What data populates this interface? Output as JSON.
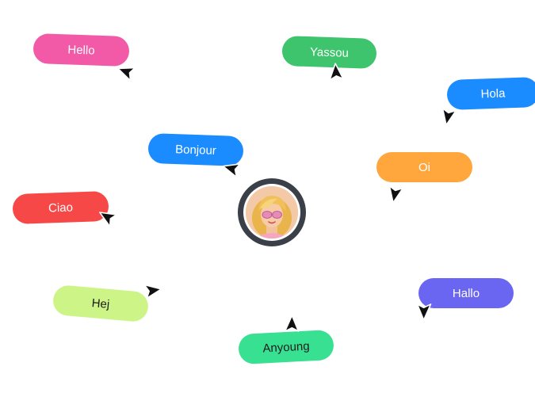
{
  "greetings": {
    "hello": {
      "label": "Hello",
      "color": "#f25aa8"
    },
    "yassou": {
      "label": "Yassou",
      "color": "#3ec46d"
    },
    "hola": {
      "label": "Hola",
      "color": "#1a8cff"
    },
    "bonjour": {
      "label": "Bonjour",
      "color": "#1a8cff"
    },
    "oi": {
      "label": "Oi",
      "color": "#ffa63d"
    },
    "ciao": {
      "label": "Ciao",
      "color": "#f74848"
    },
    "hej": {
      "label": "Hej",
      "color": "#ccf486",
      "text_color": "#1c1c1c"
    },
    "hallo": {
      "label": "Hallo",
      "color": "#6b66f2"
    },
    "anyoung": {
      "label": "Anyoung",
      "color": "#38e092",
      "text_color": "#1c1c1c"
    }
  },
  "cursor_icon": "arrow-pointer-icon",
  "avatar": {
    "icon": "memoji-avatar-icon",
    "ring_color": "#3b3f48"
  }
}
